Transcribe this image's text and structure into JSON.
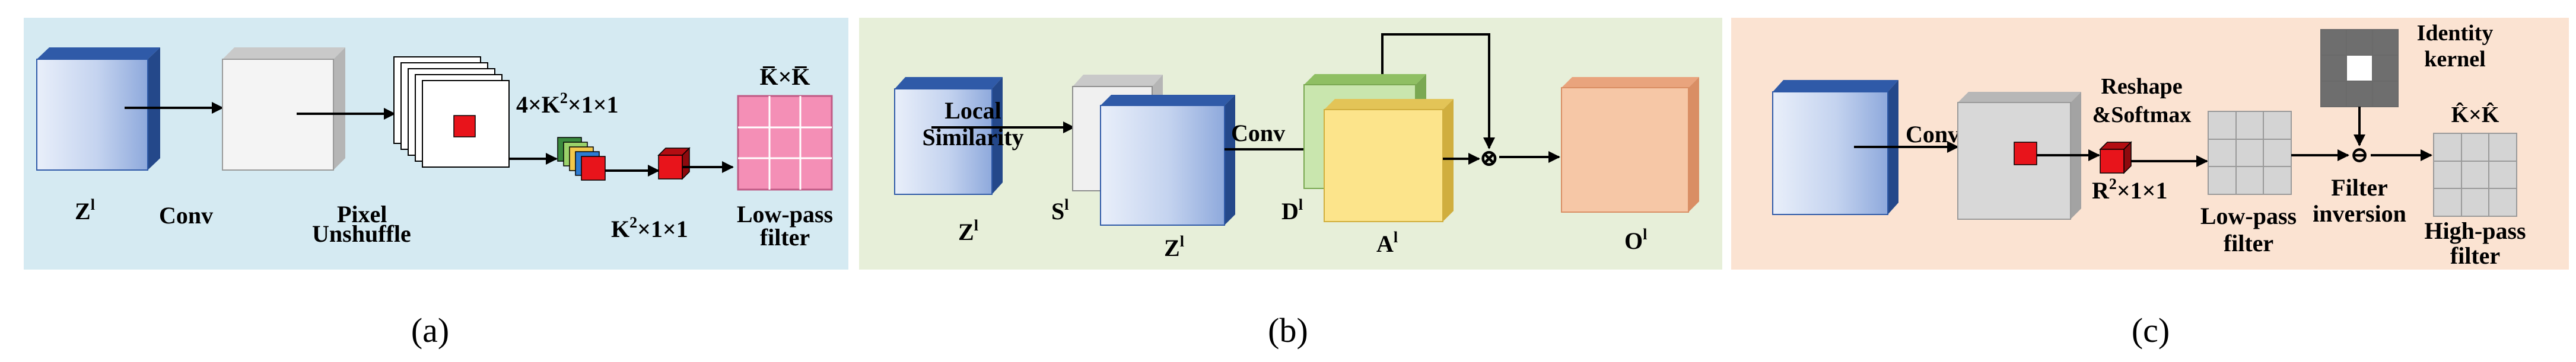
{
  "colors": {
    "panel_a_bg": "#d5eaf2",
    "panel_b_bg": "#e7efd9",
    "panel_c_bg": "#fbe3d2",
    "blue_cube_face": "#b6c8ec",
    "blue_cube_dark": "#2f5aa8",
    "red": "#e8141b",
    "pink_filter": "#f48fb6",
    "yellow": "#fce48b",
    "green": "#c9e6ae",
    "salmon": "#f6c7a6",
    "grey": "#d8d8d8",
    "grid_grey": "#d4d4d4"
  },
  "panel_a": {
    "z_label": "Z",
    "z_sup": "l",
    "conv": "Conv",
    "pixel": "Pixel",
    "unshuffle": "Unshuffle",
    "dim1": "4×K",
    "dim1_sup": "2",
    "dim1_tail": "×1×1",
    "dim2": "K",
    "dim2_sup": "2",
    "dim2_tail": "×1×1",
    "kk": "K̅×K̅",
    "lowpass1": "Low-pass",
    "lowpass2": "filter",
    "caption": "(a)"
  },
  "panel_b": {
    "local": "Local",
    "similarity": "Similarity",
    "z_label": "Z",
    "z_sup": "l",
    "s_label": "S",
    "s_sup": "l",
    "z2_label": "Z",
    "z2_sup": "l",
    "conv": "Conv",
    "d_label": "D",
    "d_sup": "l",
    "a_label": "A",
    "a_sup": "l",
    "o_label": "O",
    "o_sup": "l",
    "otimes": "⊗",
    "caption": "(b)"
  },
  "panel_c": {
    "conv": "Conv",
    "reshape": "Reshape",
    "softmax": "&Softmax",
    "r_label": "R",
    "r_sup": "2",
    "r_tail": "×1×1",
    "identity1": "Identity",
    "identity2": "kernel",
    "kk": "K̂×K̂",
    "lowpass1": "Low-pass",
    "lowpass2": "filter",
    "filter1": "Filter",
    "filter2": "inversion",
    "highpass1": "High-pass",
    "highpass2": "filter",
    "ominus": "⊖",
    "caption": "(c)"
  }
}
